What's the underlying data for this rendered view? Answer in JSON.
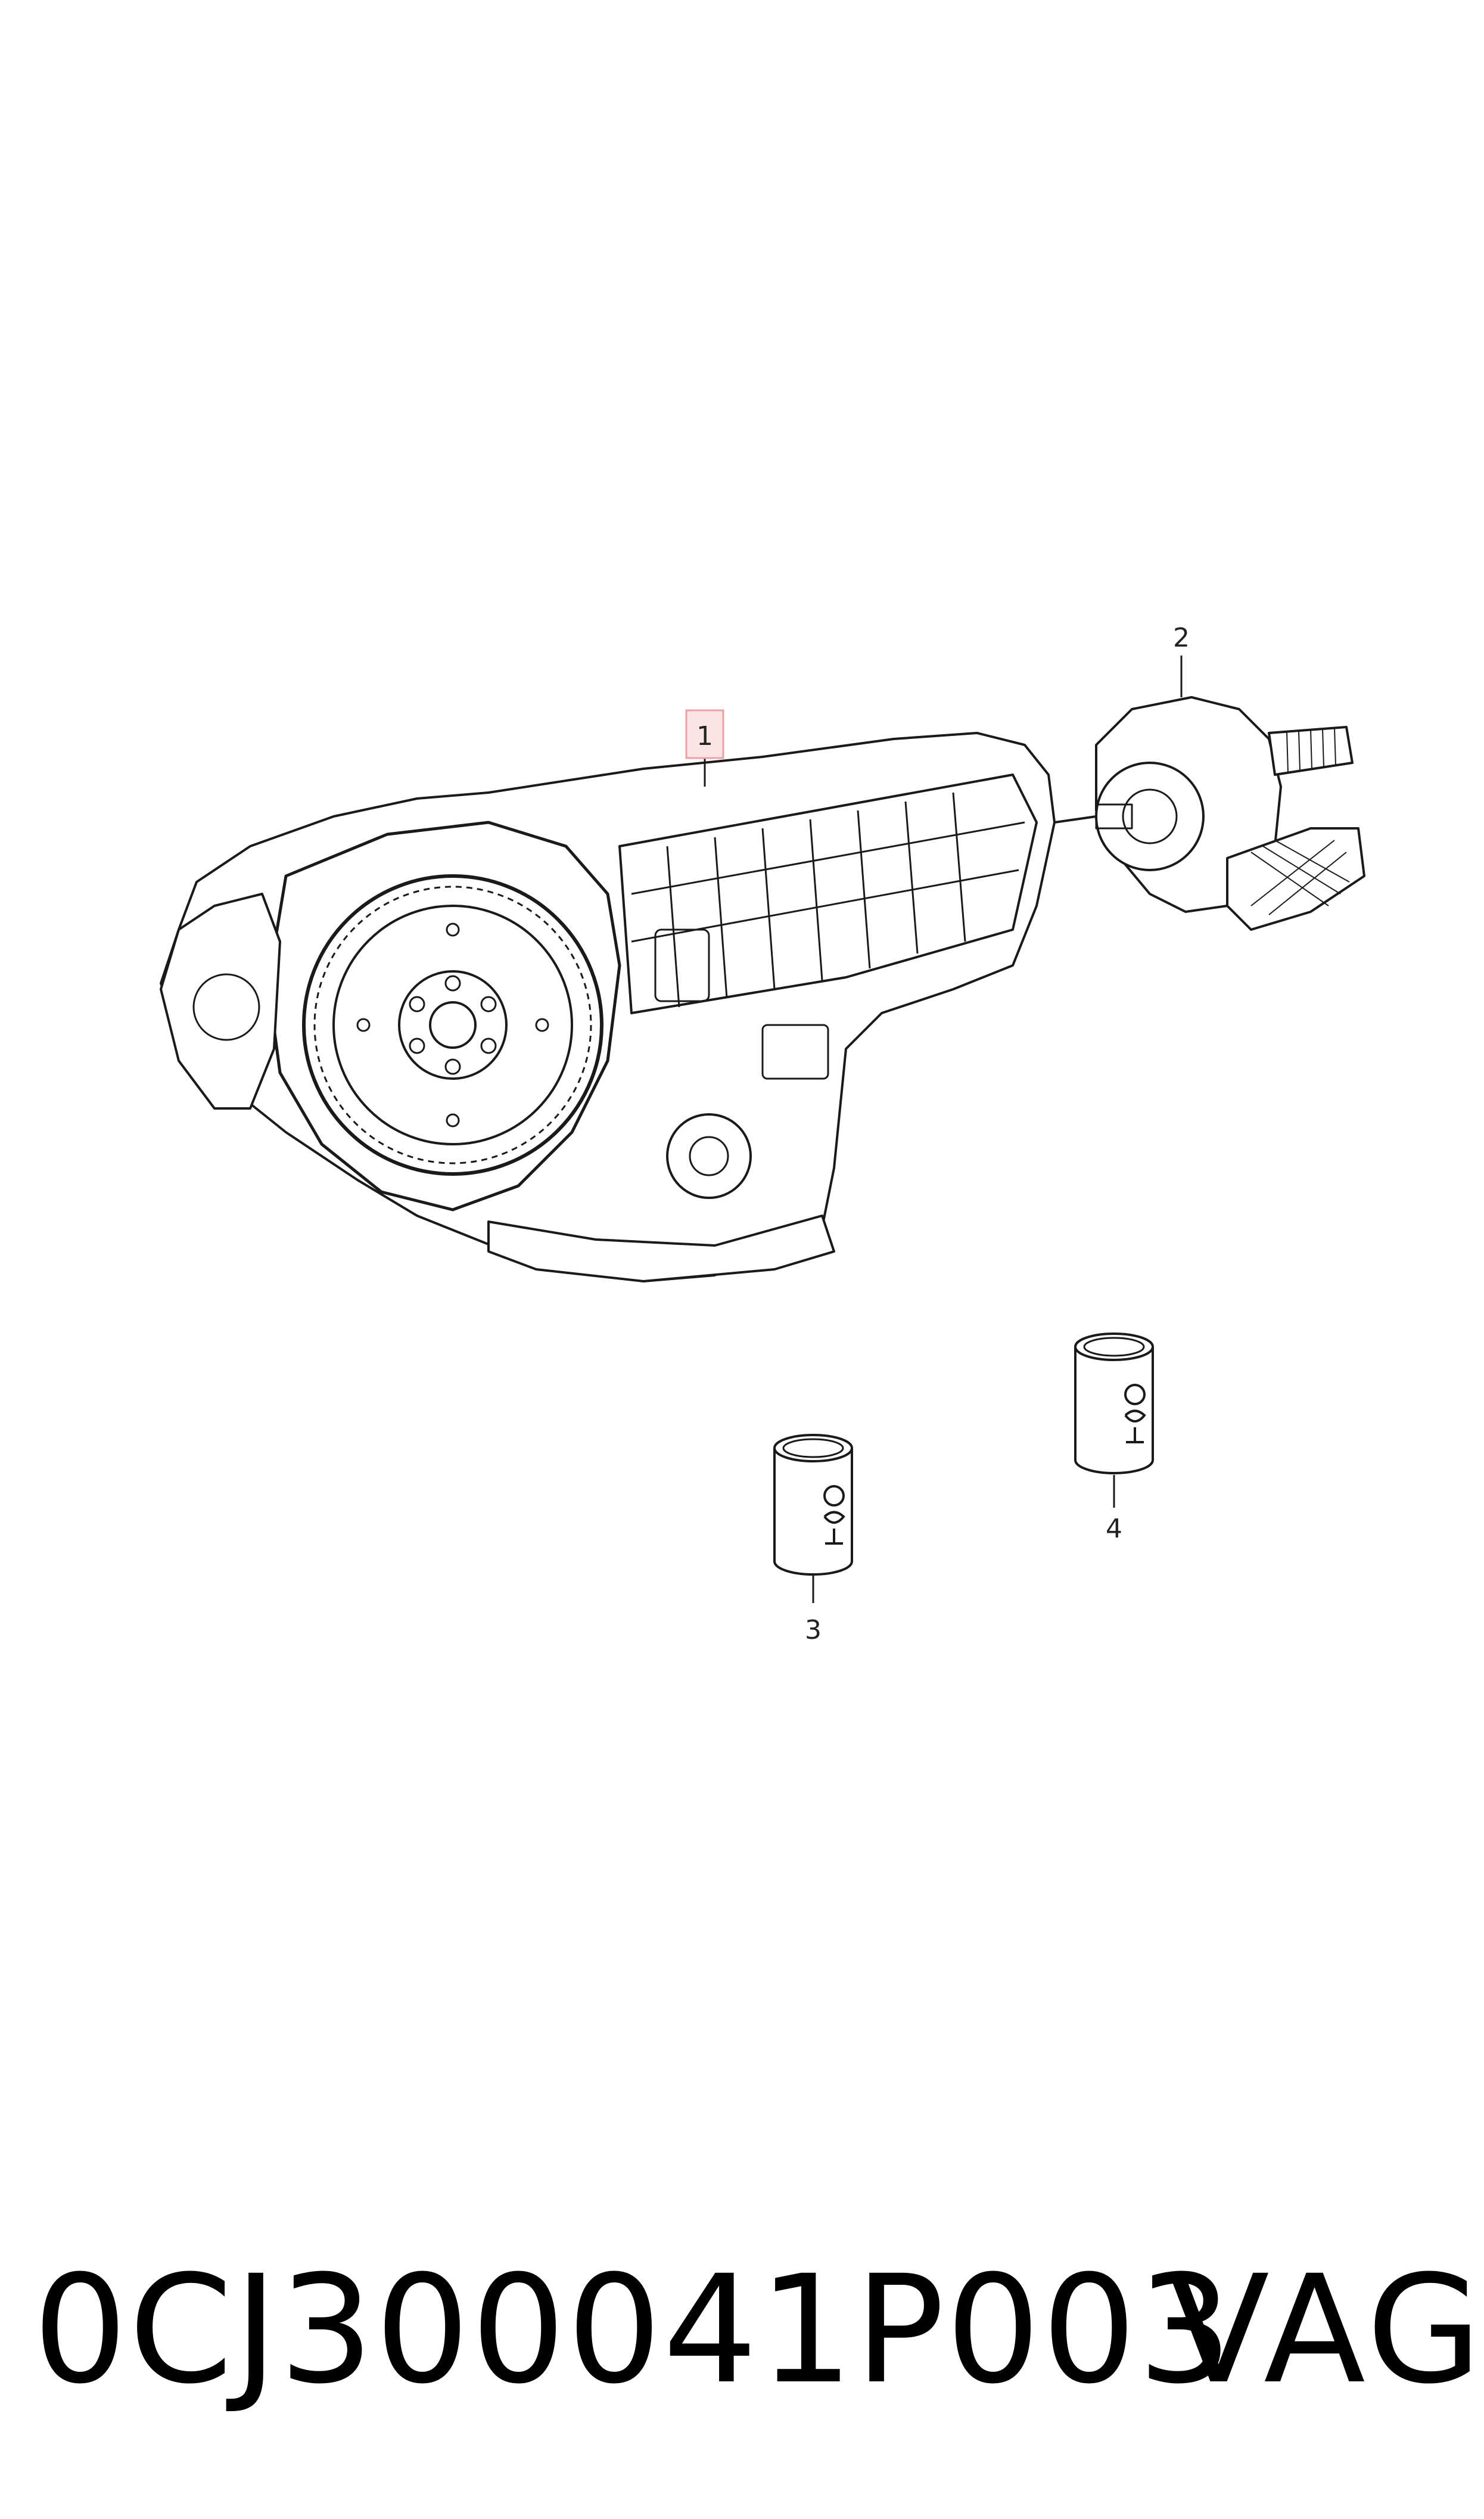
{
  "diagram": {
    "callouts": [
      {
        "label": "1",
        "highlighted": true
      },
      {
        "label": "2",
        "highlighted": false
      },
      {
        "label": "3",
        "highlighted": false
      },
      {
        "label": "4",
        "highlighted": false
      }
    ],
    "highlight_color": "#e8a0a8",
    "highlight_fill": "#fbe3e6",
    "line_color": "#1a1a1a"
  },
  "footer": {
    "part_number": "0CJ300041P003",
    "brand": "VAG"
  }
}
